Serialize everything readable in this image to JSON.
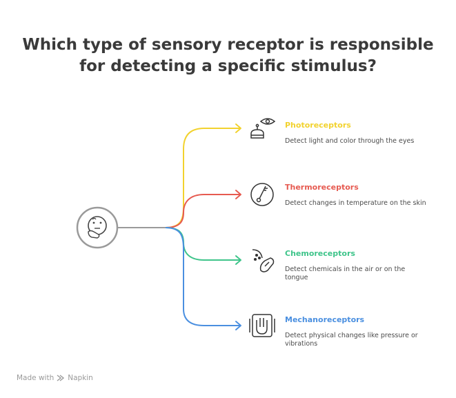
{
  "title": {
    "line1": "Which type of sensory receptor is responsible",
    "line2": "for detecting a specific stimulus?"
  },
  "center_icon": "thinking-face-icon",
  "branches": [
    {
      "label": "Photoreceptors",
      "description": "Detect light and color through the eyes",
      "color": "#f2d22e",
      "icon": "eye-robot-icon"
    },
    {
      "label": "Thermoreceptors",
      "description": "Detect changes in temperature on the skin",
      "color": "#e65a50",
      "icon": "thermometer-gauge-icon"
    },
    {
      "label": "Chemoreceptors",
      "description": "Detect chemicals in the air or on the tongue",
      "color": "#3ec48a",
      "icon": "nose-tongue-icon"
    },
    {
      "label": "Mechanoreceptors",
      "description": "Detect physical changes like pressure or vibrations",
      "color": "#4a8fe0",
      "icon": "hand-touch-icon"
    }
  ],
  "footer": {
    "made_with": "Made with",
    "brand": "Napkin",
    "brand_icon": "napkin-logo-icon"
  }
}
